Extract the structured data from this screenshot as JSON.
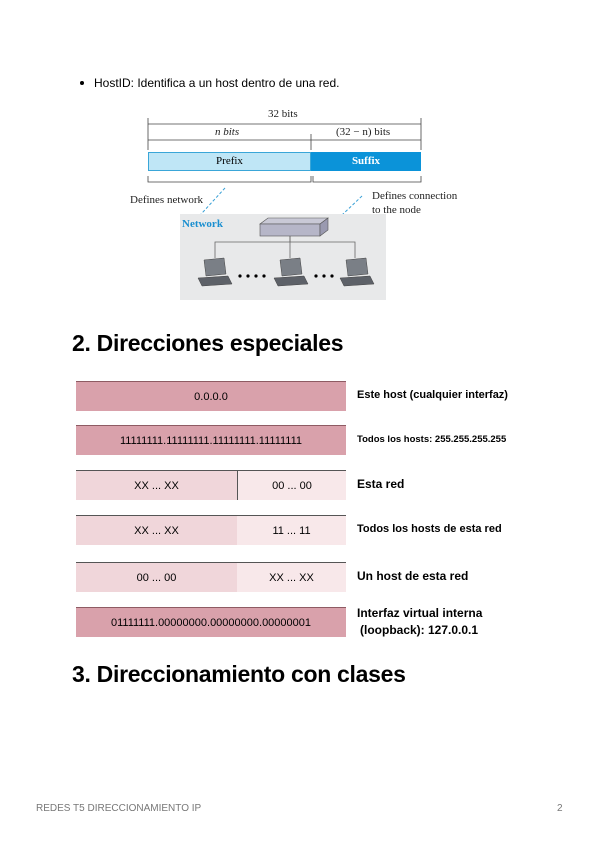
{
  "bullet": {
    "text": "HostID: Identifica a un host dentro de una red."
  },
  "figure": {
    "total_bits": "32 bits",
    "n_bits": "n bits",
    "rest_bits": "(32 − n) bits",
    "prefix": "Prefix",
    "suffix": "Suffix",
    "defines_network": "Defines network",
    "defines_connection_1": "Defines connection",
    "defines_connection_2": "to the node",
    "network": "Network",
    "colors": {
      "prefix": "#bfe6f6",
      "suffix": "#0b93d9",
      "network_label": "#1a8fd0"
    }
  },
  "section2": {
    "title": "2. Direcciones especiales"
  },
  "rows": [
    {
      "left": "0.0.0.0",
      "label": "Este host (cualquier interfaz)"
    },
    {
      "left": "11111111.11111111.11111111.11111111",
      "label": "Todos los hosts: 255.255.255.255"
    },
    {
      "left": "XX ... XX",
      "right": "00 ... 00",
      "label": "Esta red"
    },
    {
      "left": "XX ... XX",
      "right": "11 ... 11",
      "label": "Todos los hosts de esta red"
    },
    {
      "left": "00 ... 00",
      "right": "XX ... XX",
      "label": "Un host de esta red"
    },
    {
      "left": "01111111.00000000.00000000.00000001",
      "label_line1": "Interfaz virtual interna",
      "label_line2": "(loopback): 127.0.0.1"
    }
  ],
  "section3": {
    "title": "3. Direccionamiento con clases"
  },
  "footer": {
    "left": "REDES T5 DIRECCIONAMIENTO IP",
    "page": "2"
  }
}
